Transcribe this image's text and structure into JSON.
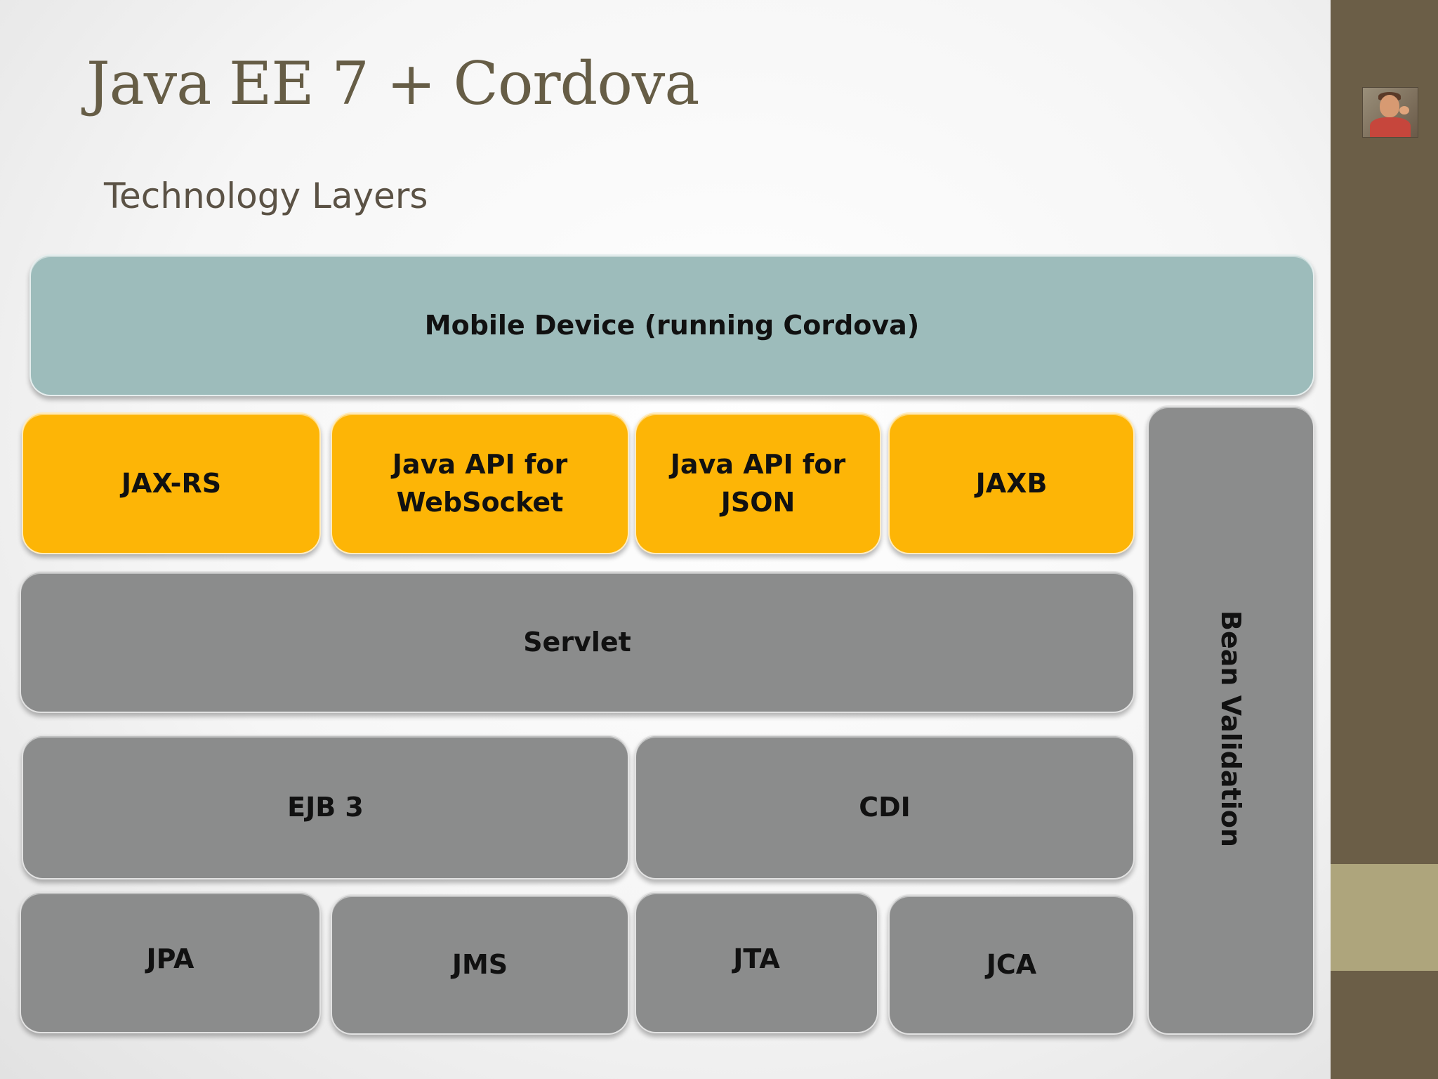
{
  "slide": {
    "title": "Java EE 7 + Cordova",
    "subtitle": "Technology Layers"
  },
  "diagram": {
    "top_layer": "Mobile Device (running Cordova)",
    "api_layer": [
      "JAX-RS",
      "Java API for\nWebSocket",
      "Java API for\nJSON",
      "JAXB"
    ],
    "web_layer": "Servlet",
    "component_layer": [
      "EJB 3",
      "CDI"
    ],
    "service_layer": [
      "JPA",
      "JMS",
      "JTA",
      "JCA"
    ],
    "side_layer": "Bean Validation"
  },
  "colors": {
    "title": "#665d46",
    "teal_box": "#9dbcbb",
    "gold_box": "#fdb506",
    "grey_box": "#8b8c8c",
    "sidebar": "#6b5e47",
    "sidebar_accent": "#aea57c"
  }
}
